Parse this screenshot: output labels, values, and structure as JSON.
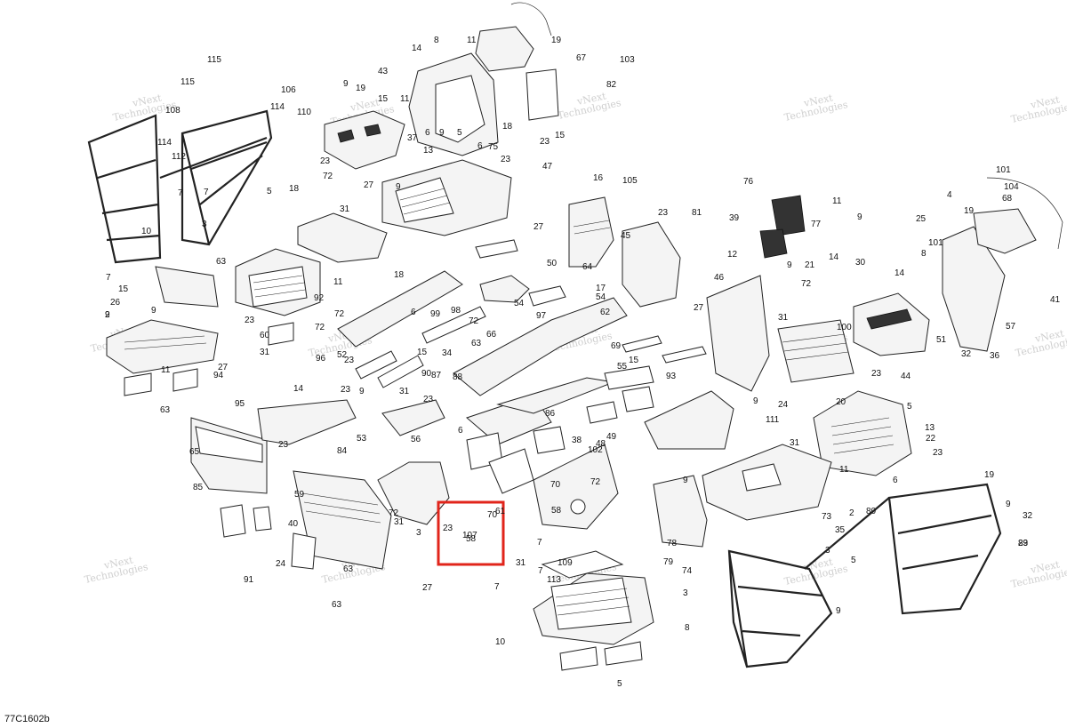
{
  "diagram": {
    "code": "77C1602b",
    "watermark_line1": "vNext",
    "watermark_line2": "Technologies",
    "highlight_color": "#e1251b",
    "highlight_labels": [
      "70",
      "23",
      "58"
    ]
  },
  "callouts": [
    "103",
    "19",
    "67",
    "11",
    "8",
    "14",
    "82",
    "43",
    "9",
    "19",
    "15",
    "11",
    "37",
    "6",
    "9",
    "5",
    "75",
    "18",
    "23",
    "15",
    "115",
    "106",
    "115",
    "114",
    "110",
    "108",
    "114",
    "112",
    "7",
    "7",
    "3",
    "10",
    "7",
    "15",
    "9",
    "18",
    "5",
    "23",
    "72",
    "31",
    "27",
    "9",
    "13",
    "6",
    "23",
    "47",
    "16",
    "105",
    "45",
    "23",
    "81",
    "76",
    "11",
    "9",
    "101",
    "104",
    "4",
    "68",
    "19",
    "25",
    "39",
    "77",
    "9",
    "21",
    "14",
    "101",
    "8",
    "14",
    "30",
    "41",
    "26",
    "2",
    "9",
    "23",
    "60",
    "63",
    "11",
    "92",
    "72",
    "31",
    "27",
    "94",
    "11",
    "63",
    "27",
    "50",
    "64",
    "17",
    "54",
    "54",
    "97",
    "62",
    "12",
    "46",
    "27",
    "72",
    "31",
    "100",
    "51",
    "32",
    "57",
    "36",
    "15",
    "18",
    "6",
    "99",
    "98",
    "72",
    "52",
    "23",
    "96",
    "72",
    "63",
    "66",
    "34",
    "15",
    "88",
    "87",
    "55",
    "69",
    "93",
    "31",
    "9",
    "23",
    "90",
    "23",
    "14",
    "95",
    "65",
    "23",
    "85",
    "84",
    "53",
    "56",
    "86",
    "38",
    "49",
    "48",
    "102",
    "6",
    "9",
    "24",
    "31",
    "23",
    "44",
    "20",
    "11",
    "5",
    "13",
    "22",
    "23",
    "6",
    "80",
    "19",
    "9",
    "23",
    "31",
    "72",
    "70",
    "58",
    "59",
    "40",
    "72",
    "31",
    "3",
    "61",
    "107",
    "7",
    "111",
    "73",
    "35",
    "2",
    "9",
    "78",
    "79",
    "74",
    "32",
    "89",
    "109",
    "7",
    "113",
    "91",
    "24",
    "63",
    "63",
    "27",
    "3",
    "5",
    "9",
    "7",
    "3",
    "10",
    "8",
    "5"
  ]
}
